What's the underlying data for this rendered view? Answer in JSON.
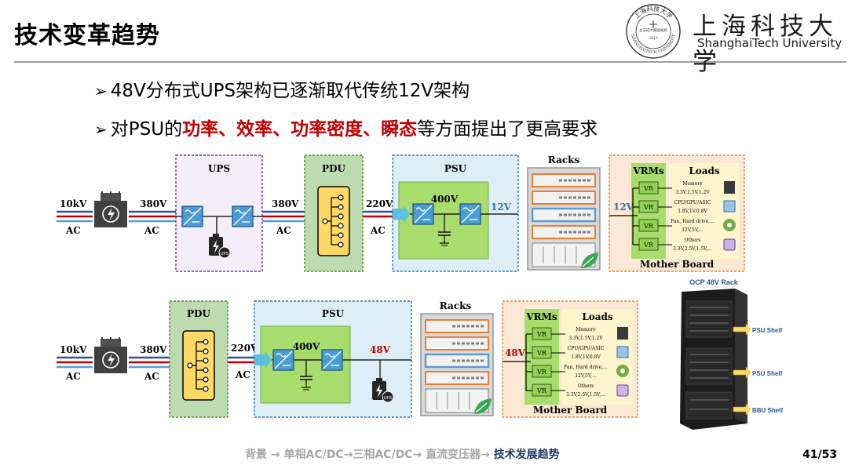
{
  "slide": {
    "title": "技术变革趋势",
    "university_cn": "上海科技大学",
    "university_en": "ShanghaiTech University",
    "seal_text": [
      "上海科技大学",
      "SHANGHAITECH UNIVERSITY",
      "2013",
      "立志成才",
      "报国裕民"
    ]
  },
  "bullets": [
    {
      "marker": "➢",
      "parts": [
        {
          "text": "48V分布式UPS架构已逐渐取代传统12V架构",
          "emph": false
        }
      ]
    },
    {
      "marker": "➢",
      "parts": [
        {
          "text": "对PSU的",
          "emph": false
        },
        {
          "text": "功率、效率、功率密度、瞬态",
          "emph": true
        },
        {
          "text": "等方面提出了更高要求",
          "emph": false
        }
      ]
    }
  ],
  "diagram_top": {
    "grid_voltage": "10kV",
    "grid_ac": "AC",
    "ups_label": "UPS",
    "ups_in_voltage": "380V",
    "ups_in_ac": "AC",
    "ups_out_voltage": "380V",
    "ups_out_ac": "AC",
    "pdu_label": "PDU",
    "pdu_out_voltage": "220V",
    "pdu_out_ac": "AC",
    "psu_label": "PSU",
    "psu_bus": "400V",
    "psu_out": "12V",
    "racks_label": "Racks",
    "vrms_label": "VRMs",
    "loads_label": "Loads",
    "mb_in": "12V",
    "vr_label": "VR",
    "loads": [
      {
        "name": "Memory",
        "volts": "3.3V,1.5V,1.2V"
      },
      {
        "name": "CPU/GPU/ASIC",
        "volts": "1.8V,1V,0.8V"
      },
      {
        "name": "Fan, Hard drive,...",
        "volts": "12V,5V,..."
      },
      {
        "name": "Others",
        "volts": "3.3V,2.5V,1.5V,..."
      }
    ],
    "mother_board": "Mother Board"
  },
  "diagram_bottom": {
    "grid_voltage": "10kV",
    "grid_ac": "AC",
    "pdu_in_voltage": "380V",
    "pdu_in_ac": "AC",
    "pdu_label": "PDU",
    "pdu_out_voltage": "220V",
    "pdu_out_ac": "AC",
    "psu_label": "PSU",
    "psu_bus": "400V",
    "psu_out": "48V",
    "racks_label": "Racks",
    "vrms_label": "VRMs",
    "loads_label": "Loads",
    "mb_in": "48V",
    "vr_label": "VR",
    "loads": [
      {
        "name": "Memory",
        "volts": "3.3V,1.5V,1.2V"
      },
      {
        "name": "CPU/GPU/ASIC",
        "volts": "1.8V,1V,0.8V"
      },
      {
        "name": "Fan, Hard drive,...",
        "volts": "12V,5V,..."
      },
      {
        "name": "Others",
        "volts": "3.3V,2.5V,1.5V,..."
      }
    ],
    "mother_board": "Mother Board"
  },
  "ups_badge": "UPS",
  "rack_photo": {
    "title": "OCP 48V Rack",
    "shelves": [
      "PSU Shelf",
      "PSU Shelf",
      "BBU Shelf"
    ]
  },
  "footer": {
    "crumbs": [
      {
        "text": "背景 → ",
        "current": false
      },
      {
        "text": "单相AC/DC→",
        "current": false
      },
      {
        "text": "三相AC/DC→ ",
        "current": false
      },
      {
        "text": "直流变压器→ ",
        "current": false
      },
      {
        "text": "技术发展趋势",
        "current": true
      }
    ],
    "page": "41/53"
  },
  "colors": {
    "accent_red": "#c00000",
    "ups_box": "#f3eef8",
    "pdu_box": "#bcdcb0",
    "psu_box": "#ddeef7",
    "psu_inner": "#a8dc6c",
    "mb_box": "#fbe9d6",
    "converter_blue": "#4a9cd6",
    "pdu_yellow": "#ffd966"
  }
}
